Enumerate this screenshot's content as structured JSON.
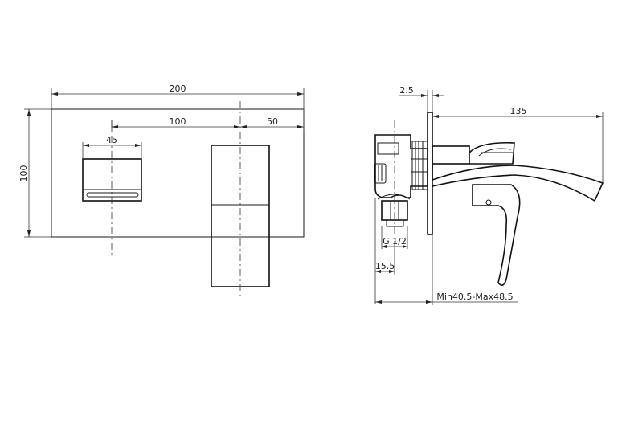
{
  "front_view": {
    "dim_width_total": "200",
    "dim_height_total": "100",
    "dim_center_spacing": "100",
    "dim_edge_to_center": "50",
    "dim_handle_width": "45"
  },
  "side_view": {
    "dim_plate_thickness": "2.5",
    "dim_spout_projection": "135",
    "dim_thread": "G 1/2",
    "dim_inlet_offset": "15.5",
    "dim_wall_range": "Min40.5-Max48.5"
  }
}
